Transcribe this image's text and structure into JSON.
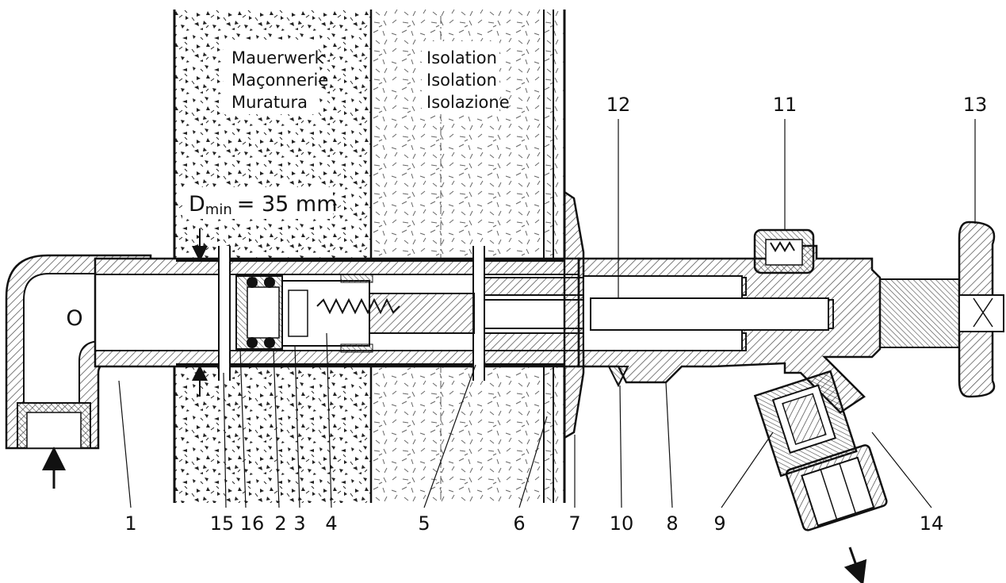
{
  "zones": {
    "masonry": {
      "lines": [
        "Mauerwerk",
        "Maçonnerie",
        "Muratura"
      ]
    },
    "insulation": {
      "lines": [
        "Isolation",
        "Isolation",
        "Isolazione"
      ]
    }
  },
  "dimension": {
    "symbol": "D",
    "subscript": "min",
    "value": "= 35 mm"
  },
  "elbow_mark": "O",
  "callouts": [
    "1",
    "15",
    "16",
    "2",
    "3",
    "4",
    "5",
    "6",
    "7",
    "10",
    "8",
    "9",
    "14",
    "12",
    "11",
    "13"
  ],
  "colors": {
    "ink": "#111111",
    "hatch": "#555555",
    "paper": "#ffffff"
  }
}
